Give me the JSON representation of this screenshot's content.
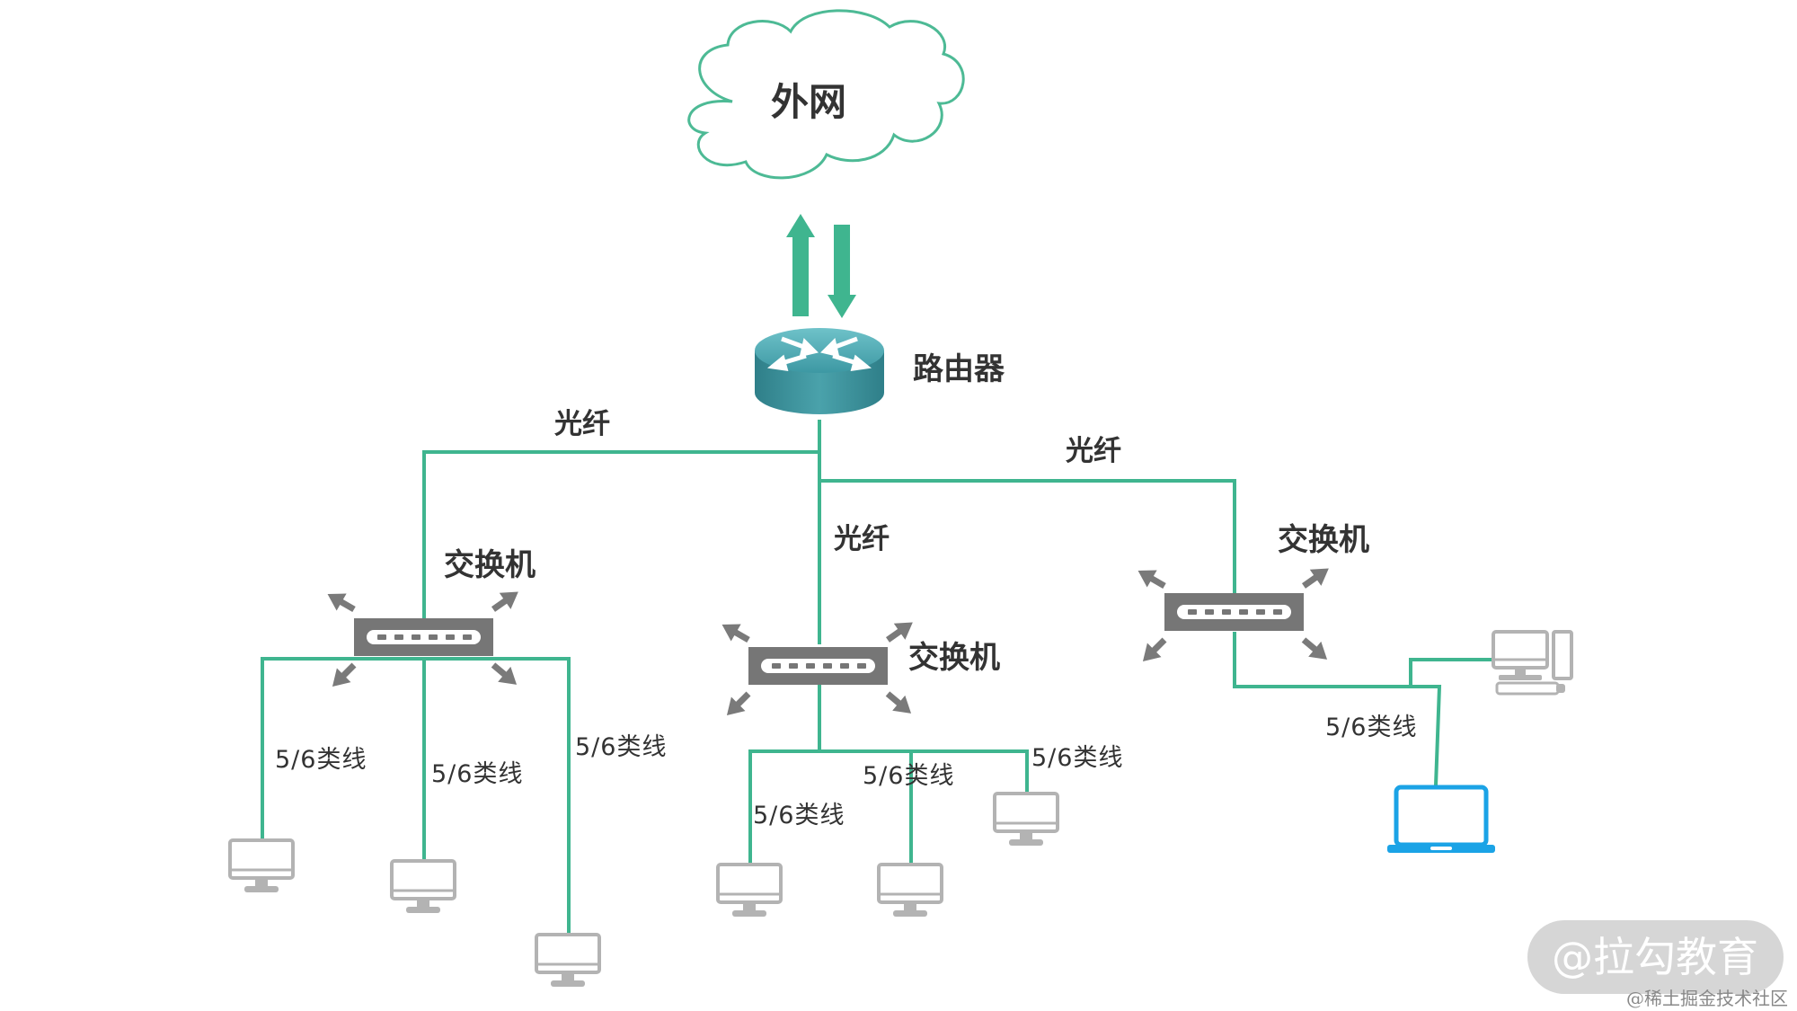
{
  "cloud": {
    "label": "外网"
  },
  "router": {
    "label": "路由器"
  },
  "fiber_labels": {
    "left": "光纤",
    "center": "光纤",
    "right": "光纤"
  },
  "switches": {
    "left": "交换机",
    "center": "交换机",
    "right": "交换机"
  },
  "cable_labels": {
    "left_a": "5/6类线",
    "left_b": "5/6类线",
    "left_c": "5/6类线",
    "center_a": "5/6类线",
    "center_b": "5/6类线",
    "center_c": "5/6类线",
    "right_a": "5/6类线"
  },
  "watermark": {
    "main": "@拉勾教育",
    "sub": "@稀土掘金技术社区"
  },
  "colors": {
    "link": "#3fb58f",
    "cloud_outline": "#4dba95",
    "router_body": "#3a8d97",
    "switch_body": "#767676",
    "monitor": "#b3b3b3",
    "laptop": "#1ba3e6",
    "arrow_gray": "#7a7a7a"
  },
  "icons": [
    "cloud-icon",
    "router-icon",
    "switch-icon",
    "monitor-icon",
    "desktop-pc-icon",
    "laptop-icon"
  ]
}
